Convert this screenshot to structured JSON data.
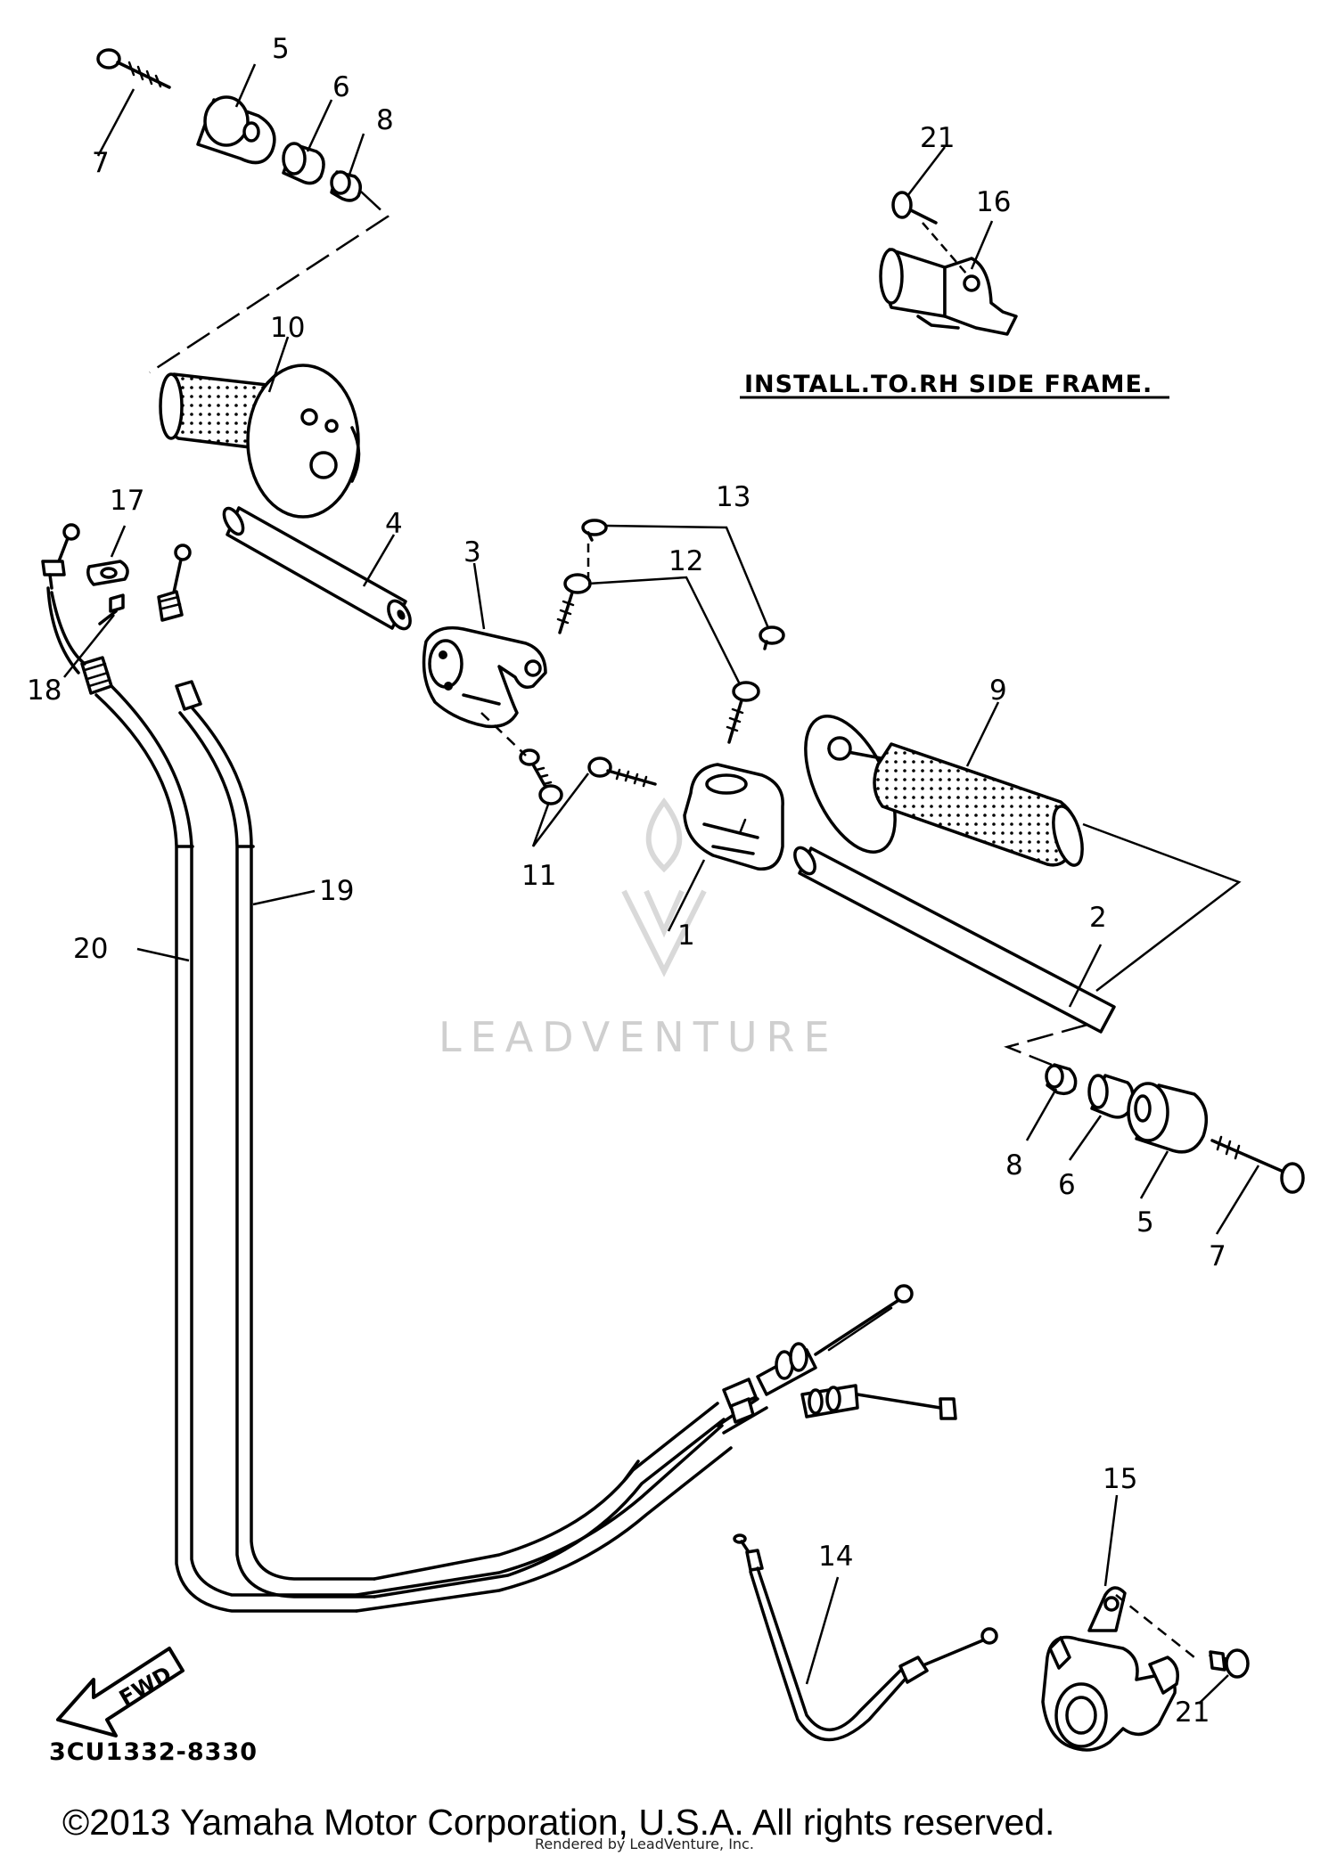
{
  "diagram": {
    "callouts": {
      "c1": "1",
      "c2": "2",
      "c3": "3",
      "c4": "4",
      "c5a": "5",
      "c5b": "5",
      "c6a": "6",
      "c6b": "6",
      "c7a": "7",
      "c7b": "7",
      "c8a": "8",
      "c8b": "8",
      "c9": "9",
      "c10": "10",
      "c11": "11",
      "c12": "12",
      "c13": "13",
      "c14": "14",
      "c15": "15",
      "c16": "16",
      "c17": "17",
      "c18": "18",
      "c19": "19",
      "c20": "20",
      "c21a": "21",
      "c21b": "21"
    },
    "install_note": "INSTALL.TO.RH SIDE FRAME.",
    "fwd_label": "FWD",
    "diagram_code": "3CU1332-8330",
    "watermark": "LEADVENTURE"
  },
  "footer": {
    "copyright": "©2013 Yamaha Motor Corporation, U.S.A. All rights reserved.",
    "rendered_by": "Rendered by LeadVenture, Inc."
  }
}
